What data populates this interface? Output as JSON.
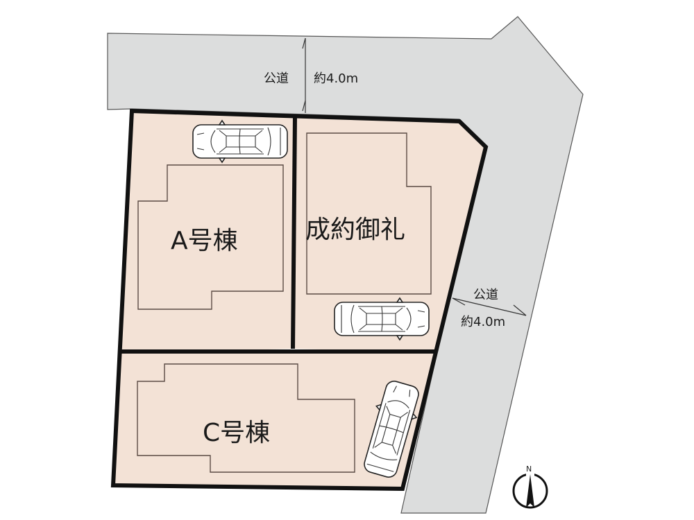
{
  "roads": {
    "north": {
      "label": "公道",
      "width": "約4.0m"
    },
    "east": {
      "label": "公道",
      "width": "約4.0m"
    }
  },
  "lots": {
    "a": {
      "label": "A号棟"
    },
    "b": {
      "label": "成約御礼"
    },
    "c": {
      "label": "C号棟"
    }
  },
  "compass": {
    "label": "N"
  },
  "colors": {
    "road": "#dcdddd",
    "lot": "#f3e2d6",
    "border": "#111111",
    "building_outline": "#5a4a44"
  }
}
